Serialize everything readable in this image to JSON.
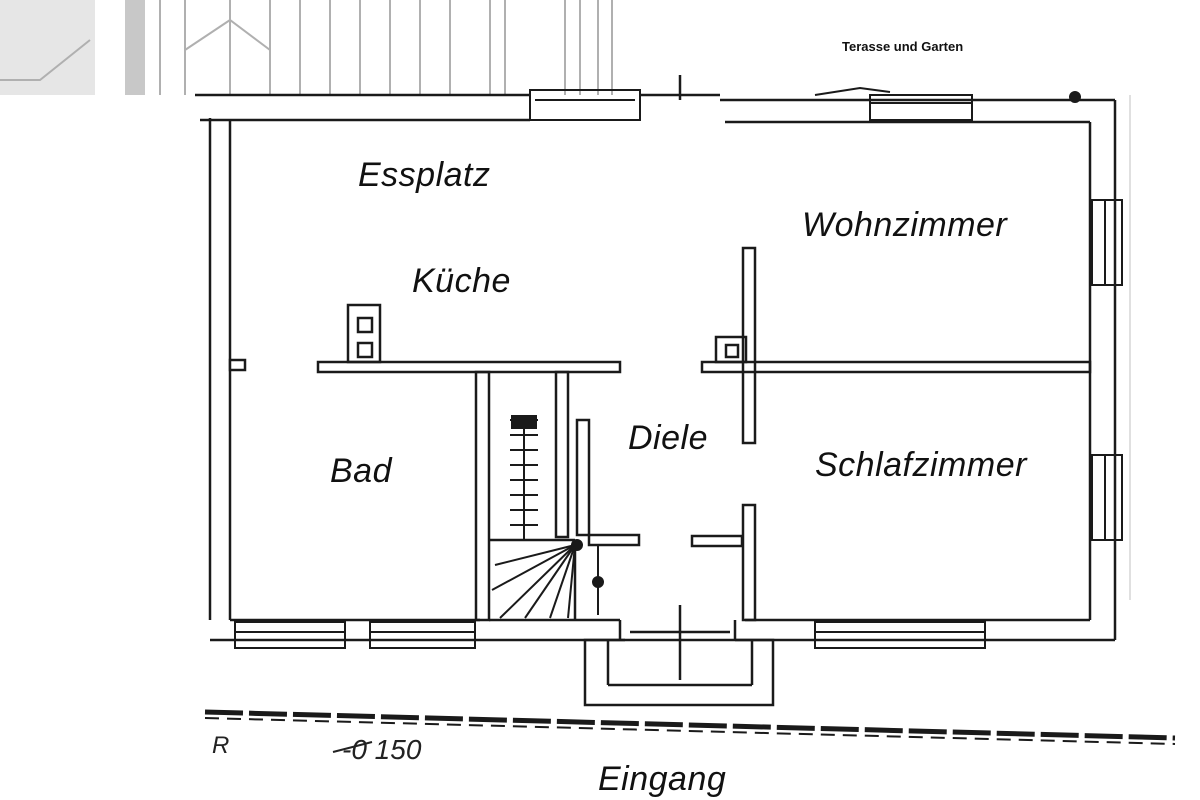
{
  "plan": {
    "terrace_label": "Terasse und Garten",
    "rooms": {
      "essplatz": "Essplatz",
      "kueche": "Küche",
      "wohnzimmer": "Wohnzimmer",
      "diele": "Diele",
      "bad": "Bad",
      "schlafzimmer": "Schlafzimmer"
    },
    "entrance_label": "Eingang",
    "level_r": "R",
    "level_value": "-0 150"
  },
  "colors": {
    "wall": "#1a1a1a",
    "ghost": "#b0b0b0",
    "paper": "#ffffff"
  }
}
